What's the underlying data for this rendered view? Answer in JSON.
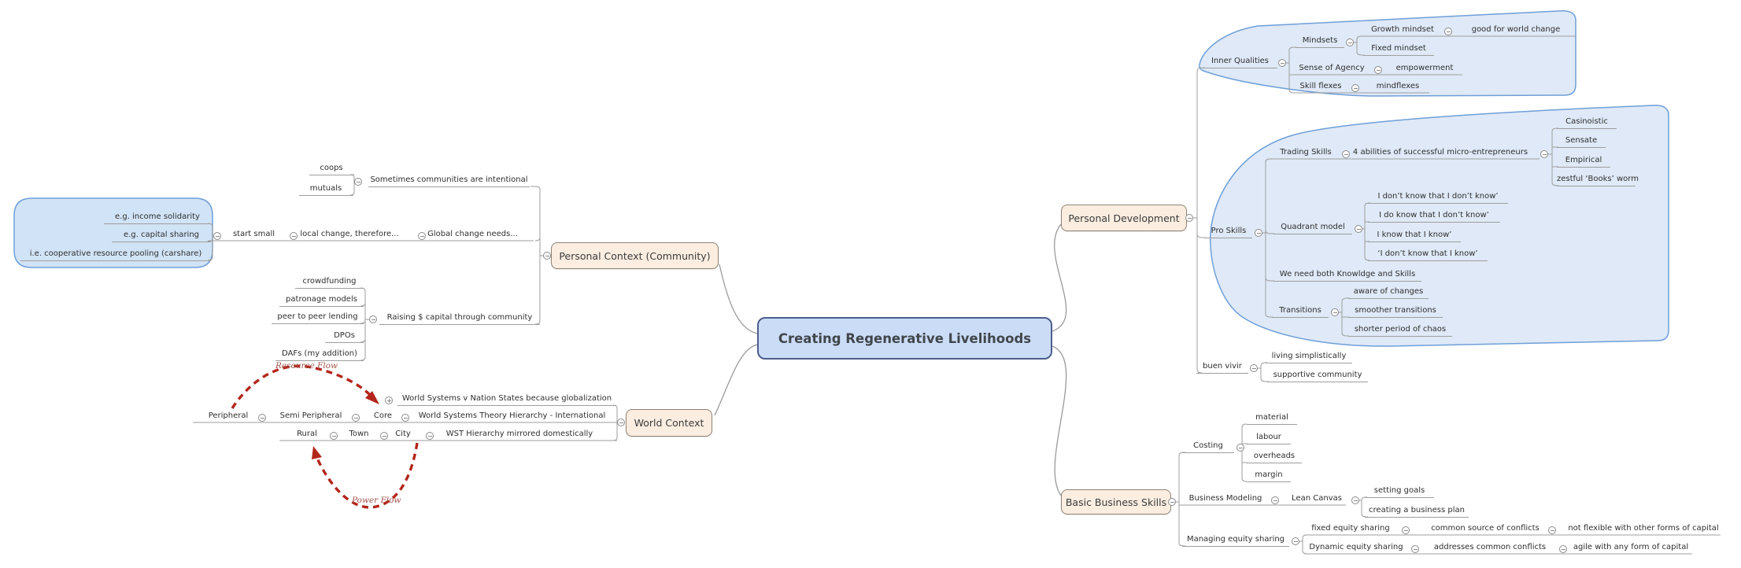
{
  "root": {
    "label": "Creating Regenerative Livelihoods"
  },
  "personal_context": {
    "label": "Personal Context (Community)",
    "intentional": {
      "label": "Sometimes communities are intentional",
      "coops": "coops",
      "mutuals": "mutuals"
    },
    "global_change": {
      "label": "Global change needs...",
      "local_change": "local change, therefore...",
      "start_small": "start small",
      "examples": [
        "e.g. income solidarity",
        "e.g. capital sharing",
        "i.e. cooperative resource pooling (carshare)"
      ]
    },
    "raising_capital": {
      "label": "Raising $ capital through community",
      "methods": [
        "crowdfunding",
        "patronage models",
        "peer to peer lending",
        "DPOs",
        "DAFs (my addition)"
      ]
    }
  },
  "world_context": {
    "label": "World Context",
    "wsns": "World Systems v Nation States because globalization",
    "wst_international": {
      "label": "World Systems Theory Hierarchy - International",
      "core": "Core",
      "semi_peripheral": "Semi Peripheral",
      "peripheral": "Peripheral"
    },
    "wst_domestic": {
      "label": "WST Hierarchy mirrored domestically",
      "city": "City",
      "town": "Town",
      "rural": "Rural"
    },
    "annotations": {
      "resource_flow": "Resource Flow",
      "power_flow": "Power Flow"
    }
  },
  "personal_development": {
    "label": "Personal Development",
    "inner_qualities": {
      "label": "Inner Qualities",
      "mindsets": {
        "label": "Mindsets",
        "growth": "Growth mindset",
        "growth_note": "good for world change",
        "fixed": "Fixed mindset"
      },
      "agency": {
        "label": "Sense of Agency",
        "note": "empowerment"
      },
      "skill_flexes": {
        "label": "Skill flexes",
        "note": "mindflexes"
      }
    },
    "pro_skills": {
      "label": "Pro Skills",
      "trading": {
        "label": "Trading Skills",
        "abilities_label": "4 abilities of successful micro-entrepreneurs",
        "abilities": [
          "Casinoistic",
          "Sensate",
          "Empirical",
          "zestful ‘Books’ worm"
        ]
      },
      "quadrant": {
        "label": "Quadrant model",
        "items": [
          "I don’t know that I don’t know’",
          "I do know that I don’t know’",
          "I know that I know’",
          "‘I don’t know that I know’"
        ]
      },
      "need_both": "We need both Knowldge and Skills",
      "transitions": {
        "label": "Transitions",
        "items": [
          "aware of changes",
          "smoother transitions",
          "shorter period of chaos"
        ]
      }
    },
    "buen_vivir": {
      "label": "buen vivir",
      "items": [
        "living simplistically",
        "supportive community"
      ]
    }
  },
  "basic_business": {
    "label": "Basic Business Skills",
    "costing": {
      "label": "Costing",
      "items": [
        "material",
        "labour",
        "overheads",
        "margin"
      ]
    },
    "modeling": {
      "label": "Business Modeling",
      "lean_canvas": {
        "label": "Lean Canvas",
        "items": [
          "setting goals",
          "creating a business plan"
        ]
      }
    },
    "equity": {
      "label": "Managing equity sharing",
      "fixed": {
        "label": "fixed equity sharing",
        "conflict": "common source of conflicts",
        "note": "not flexible with other forms of capital"
      },
      "dynamic": {
        "label": "Dynamic equity sharing",
        "conflict": "addresses common conflicts",
        "note": "agile with any form of capital"
      }
    }
  }
}
